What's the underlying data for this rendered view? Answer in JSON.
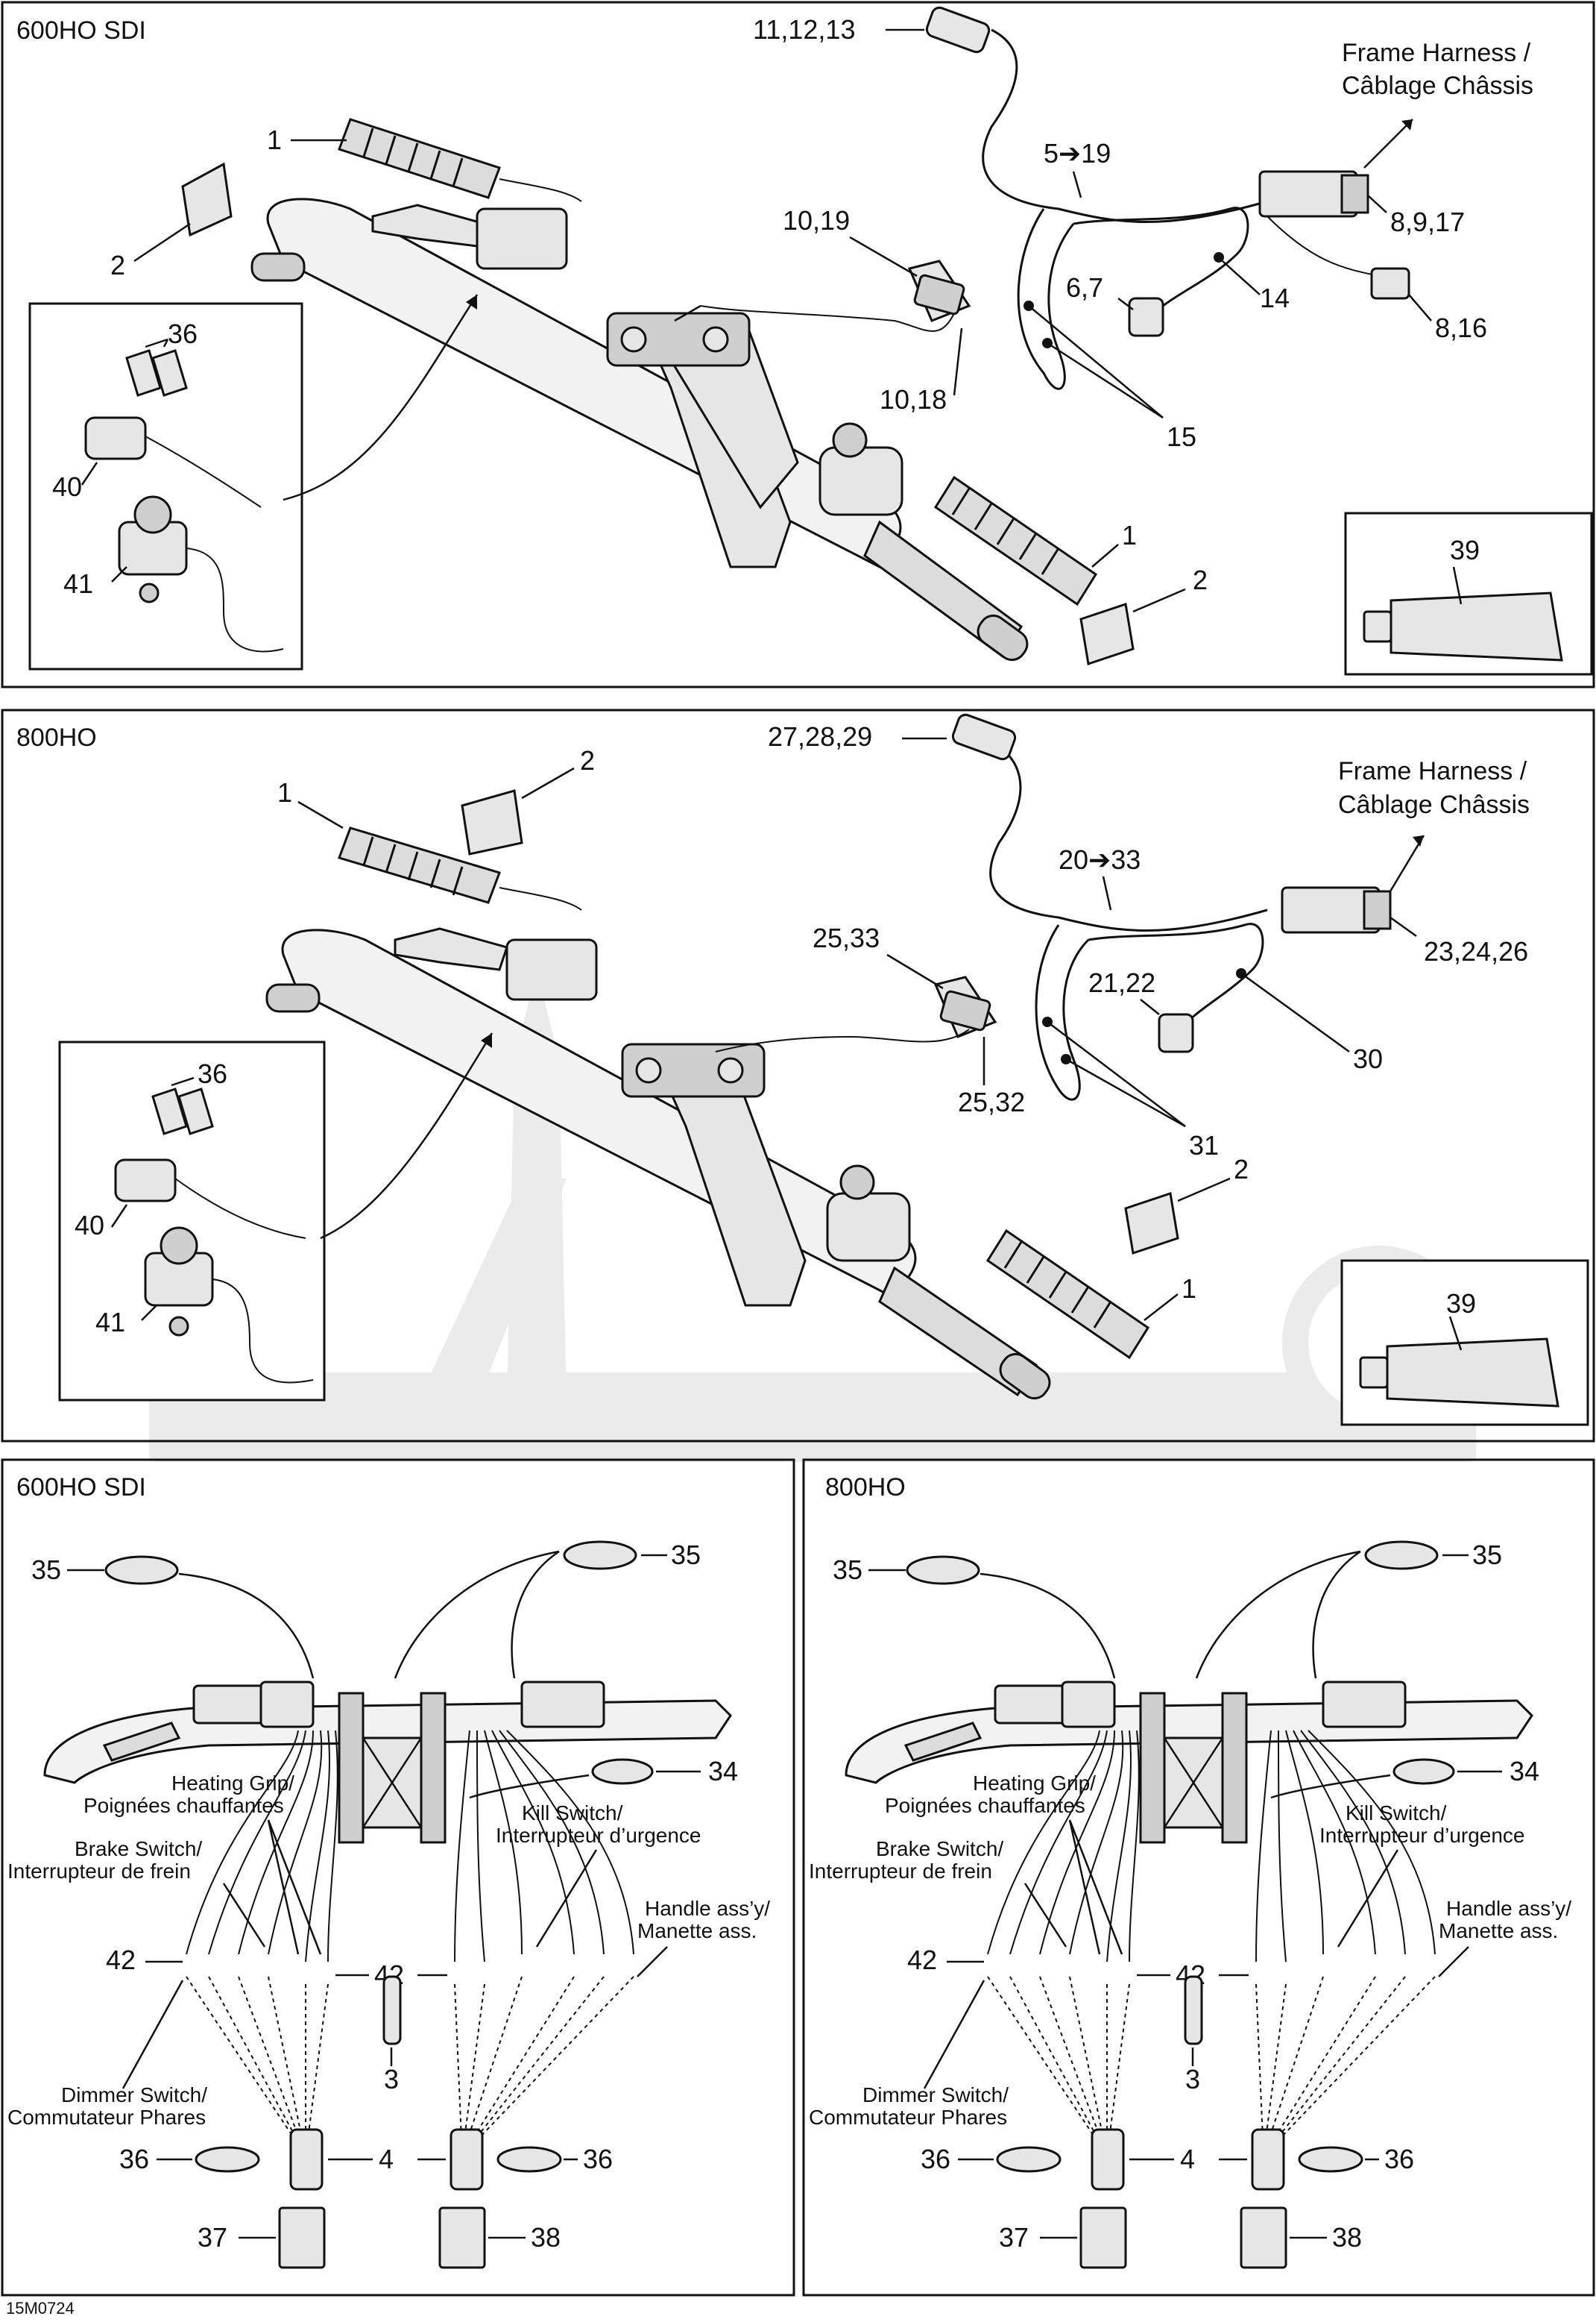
{
  "panels": {
    "top_title": "600HO SDI",
    "middle_title": "800HO",
    "bottom_left_title": "600HO SDI",
    "bottom_right_title": "800HO"
  },
  "top": {
    "frame_harness": [
      "Frame Harness /",
      "Câblage Châssis"
    ],
    "labels": {
      "grip_left": "1",
      "tape_left": "2",
      "connector": "11,12,13",
      "harness": "5➔19",
      "harness_conn": "8,9,17",
      "conn_small": "8,16",
      "harness_wire": "14",
      "relay": "6,7",
      "block_a": "10,19",
      "block_b": "10,18",
      "switch_pair": "15",
      "grip_right": "1",
      "tape_right": "2",
      "grease": "39",
      "clips": "36",
      "switch": "40",
      "throttle": "41"
    }
  },
  "middle": {
    "frame_harness": [
      "Frame Harness /",
      "Câblage Châssis"
    ],
    "labels": {
      "grip_left": "1",
      "tape_left": "2",
      "connector": "27,28,29",
      "harness": "20➔33",
      "harness_conn": "23,24,26",
      "relay": "21,22",
      "harness_wire": "30",
      "block_a": "25,33",
      "block_b": "25,32",
      "switch_pair": "31",
      "grip_right": "1",
      "tape_right": "2",
      "grease": "39",
      "clips": "36",
      "switch": "40",
      "throttle": "41"
    }
  },
  "bottom": {
    "ties_left": "35",
    "ties_right": "35",
    "tie_mid": "34",
    "heating_grip": [
      "Heating Grip/",
      "Poignées chauffantes"
    ],
    "brake_switch": [
      "Brake Switch/",
      "Interrupteur de frein"
    ],
    "kill_switch": [
      "Kill Switch/",
      "Interrupteur d’urgence"
    ],
    "handle_assy": [
      "Handle ass’y/",
      "Manette ass."
    ],
    "dimmer_switch": [
      "Dimmer Switch/",
      "Commutateur Phares"
    ],
    "terminals_left": "42",
    "terminals_right": "42",
    "spacer": "3",
    "sleeve": "4",
    "clip_left": "36",
    "clip_right": "36",
    "housing_left": "37",
    "housing_right": "38"
  },
  "footer_code": "15M0724"
}
